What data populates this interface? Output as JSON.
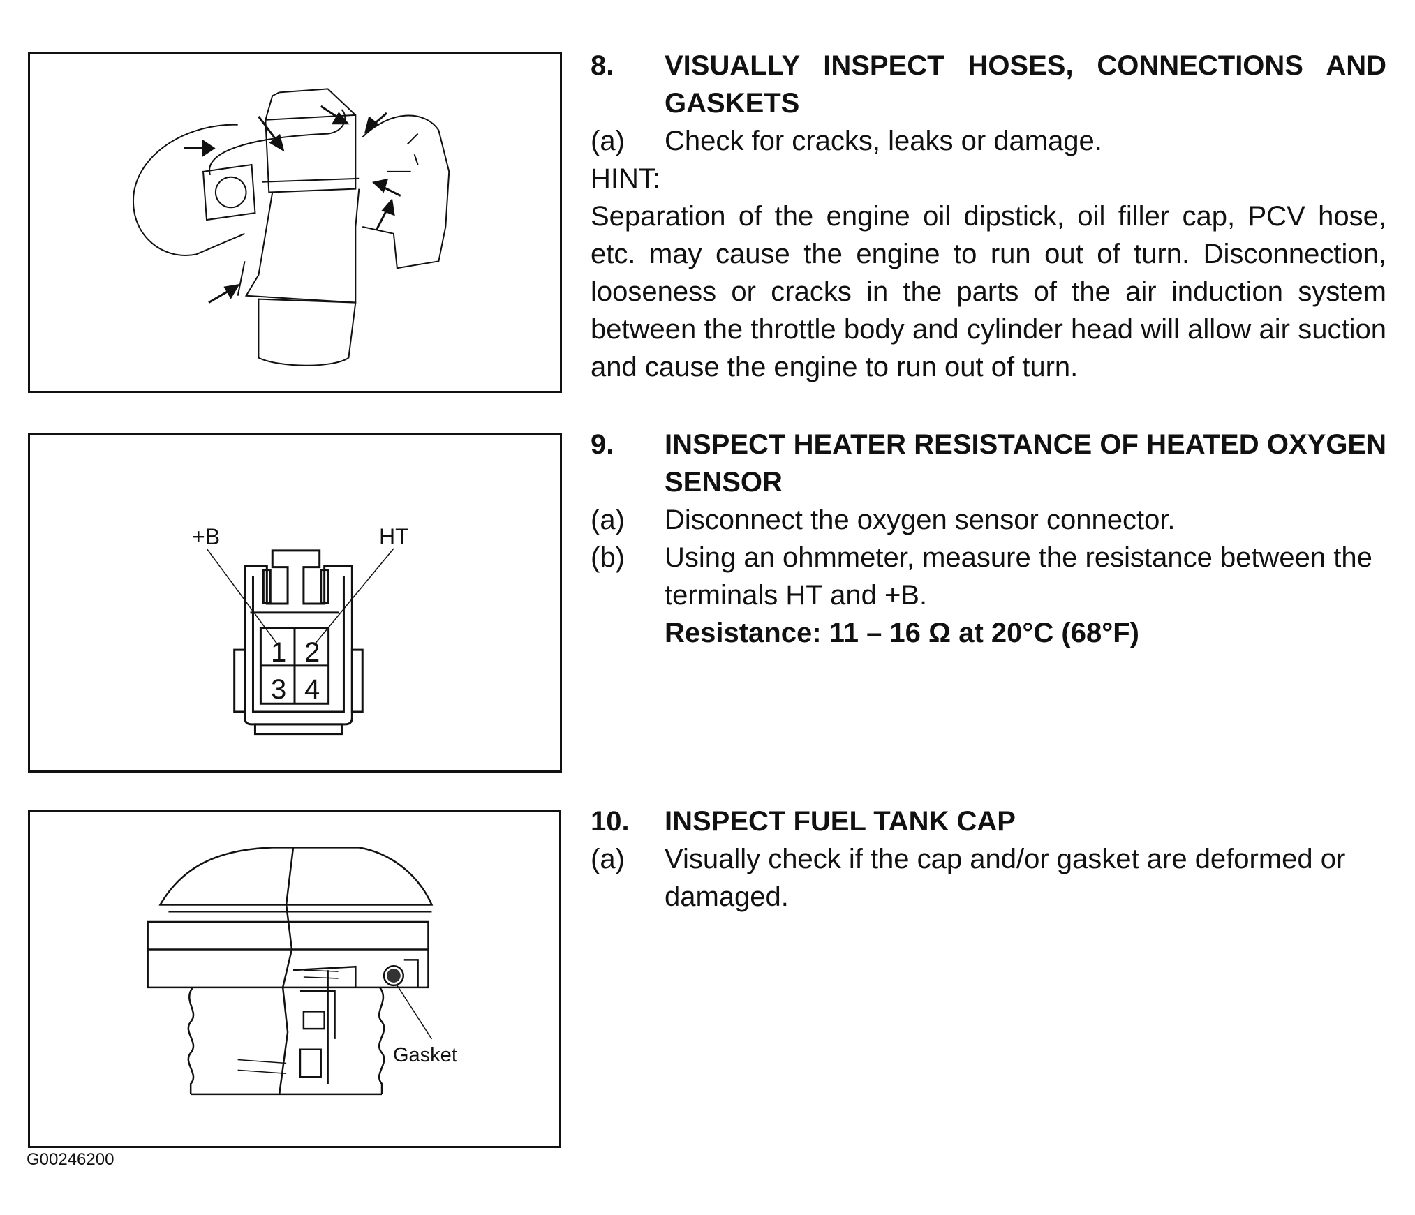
{
  "sections": [
    {
      "number": "8.",
      "title": "VISUALLY INSPECT HOSES, CONNECTIONS AND GASKETS",
      "steps": [
        {
          "label": "(a)",
          "text": "Check for cracks, leaks or damage."
        }
      ],
      "hint_label": "HINT:",
      "hint_text": "Separation of the engine oil dipstick, oil filler cap, PCV hose, etc. may cause the engine to run out of turn. Disconnection, looseness or cracks in the parts of the air induction system between the throttle body and cylinder head will allow air suction and cause the engine to run out of turn."
    },
    {
      "number": "9.",
      "title": "INSPECT HEATER RESISTANCE OF HEATED OXYGEN SENSOR",
      "steps": [
        {
          "label": "(a)",
          "text": "Disconnect the oxygen sensor connector."
        },
        {
          "label": "(b)",
          "text": "Using an ohmmeter, measure the resistance between the terminals HT and +B."
        }
      ],
      "spec": "Resistance: 11 – 16 Ω at 20°C (68°F)"
    },
    {
      "number": "10.",
      "title": "INSPECT FUEL TANK CAP",
      "steps": [
        {
          "label": "(a)",
          "text": "Visually check if the cap and/or gasket are deformed or damaged."
        }
      ]
    }
  ],
  "figures": {
    "connector": {
      "label_plus_b": "+B",
      "label_ht": "HT",
      "terminals": [
        "1",
        "2",
        "3",
        "4"
      ]
    },
    "fuel_cap": {
      "label_gasket": "Gasket"
    }
  },
  "figure_id": "G00246200"
}
